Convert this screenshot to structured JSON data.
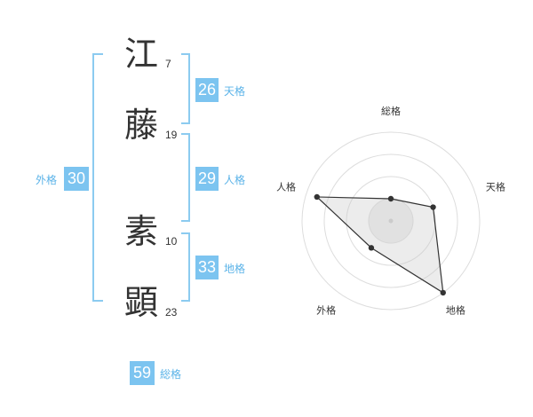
{
  "name": {
    "characters": [
      {
        "char": "江",
        "strokes": "7"
      },
      {
        "char": "藤",
        "strokes": "19"
      },
      {
        "char": "素",
        "strokes": "10"
      },
      {
        "char": "顕",
        "strokes": "23"
      }
    ]
  },
  "fortune": {
    "tenkaku": {
      "value": "26",
      "label": "天格"
    },
    "jinkaku": {
      "value": "29",
      "label": "人格"
    },
    "chikaku": {
      "value": "33",
      "label": "地格"
    },
    "gaikaku": {
      "value": "30",
      "label": "外格"
    },
    "soukaku": {
      "value": "59",
      "label": "総格"
    }
  },
  "accent_color": "#7cc4f0",
  "chart_data": {
    "type": "radar",
    "axes": [
      "総格",
      "天格",
      "地格",
      "外格",
      "人格"
    ],
    "scale_levels": 4,
    "max": 4,
    "values": [
      1,
      2,
      4,
      1.5,
      3.5
    ]
  }
}
